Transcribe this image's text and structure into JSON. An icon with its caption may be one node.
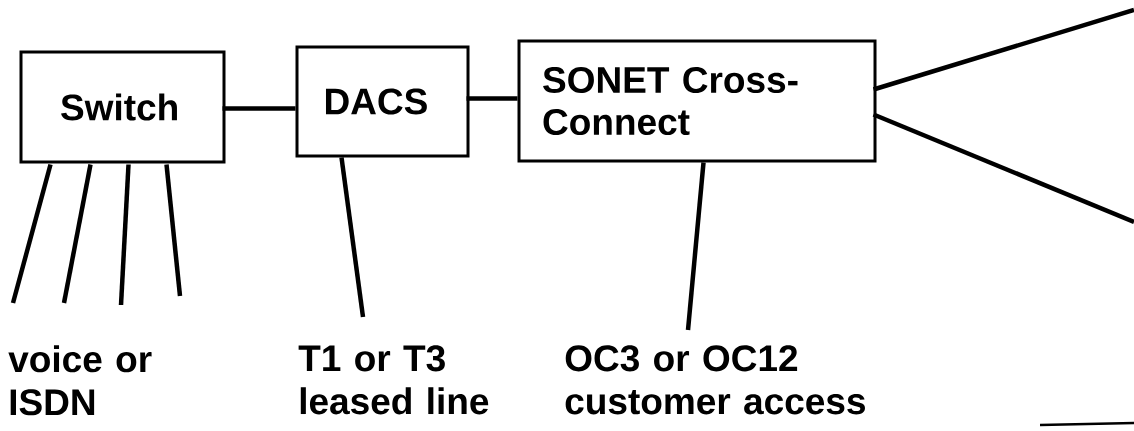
{
  "diagram": {
    "nodes": [
      {
        "text": [
          "Switch"
        ]
      },
      {
        "text": [
          "DACS"
        ]
      },
      {
        "text": [
          "SONET Cross-Connect"
        ]
      },
      {
        "text": [
          "voice or ISDN"
        ]
      },
      {
        "text": [
          "T1 or T3 leased line"
        ]
      },
      {
        "text": [
          "OC3 or OC12 customer access"
        ]
      }
    ],
    "edges": [
      {
        "from": 0,
        "to": 1,
        "arrow": "none"
      },
      {
        "from": 1,
        "to": 2,
        "arrow": "none"
      },
      {
        "from": 0,
        "to": 3,
        "arrow": "none"
      },
      {
        "from": 0,
        "to": 3,
        "arrow": "none"
      },
      {
        "from": 0,
        "to": 3,
        "arrow": "none"
      },
      {
        "from": 0,
        "to": 3,
        "arrow": "none"
      },
      {
        "from": 1,
        "to": 4,
        "arrow": "none"
      },
      {
        "from": 2,
        "to": 5,
        "arrow": "none"
      },
      {
        "from": 2,
        "to": null,
        "arrow": "none"
      },
      {
        "from": 2,
        "to": null,
        "arrow": "none"
      }
    ]
  }
}
